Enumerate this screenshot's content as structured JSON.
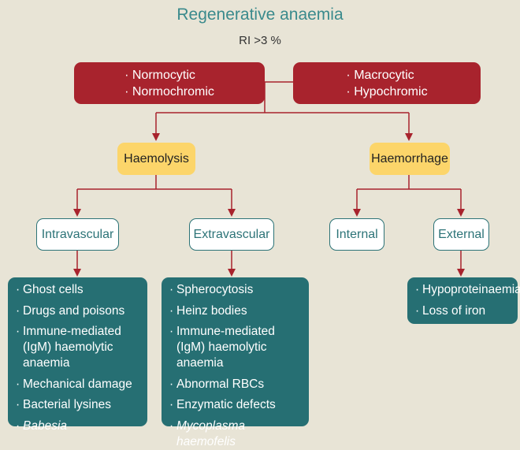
{
  "title": "Regenerative anaemia",
  "subtitle": "RI >3 %",
  "colors": {
    "background": "#e8e4d6",
    "red": "#a8232d",
    "yellow": "#fcd56a",
    "teal": "#266f73",
    "title_teal": "#3a8a8c"
  },
  "top_left": [
    "Normocytic",
    "Normochromic"
  ],
  "top_right": [
    "Macrocytic",
    "Hypochromic"
  ],
  "haemolysis": "Haemolysis",
  "haemorrhage": "Haemorrhage",
  "intravascular": "Intravascular",
  "extravascular": "Extravascular",
  "internal": "Internal",
  "external": "External",
  "intravascular_causes": [
    {
      "text": "Ghost cells",
      "italic": false
    },
    {
      "text": "Drugs and poisons",
      "italic": false
    },
    {
      "text": "Immune-mediated (IgM) haemolytic anaemia",
      "italic": false
    },
    {
      "text": "Mechanical damage",
      "italic": false
    },
    {
      "text": "Bacterial lysines",
      "italic": false
    },
    {
      "text": "Babesia",
      "italic": true
    }
  ],
  "extravascular_causes": [
    {
      "text": "Spherocytosis",
      "italic": false
    },
    {
      "text": "Heinz bodies",
      "italic": false
    },
    {
      "text": "Immune-mediated (IgM) haemolytic anaemia",
      "italic": false
    },
    {
      "text": "Abnormal RBCs",
      "italic": false
    },
    {
      "text": "Enzymatic defects",
      "italic": false
    },
    {
      "text": "Mycoplasma haemofelis",
      "italic": true
    }
  ],
  "external_causes": [
    {
      "text": "Hypoproteinaemia",
      "italic": false
    },
    {
      "text": "Loss of iron",
      "italic": false
    }
  ]
}
